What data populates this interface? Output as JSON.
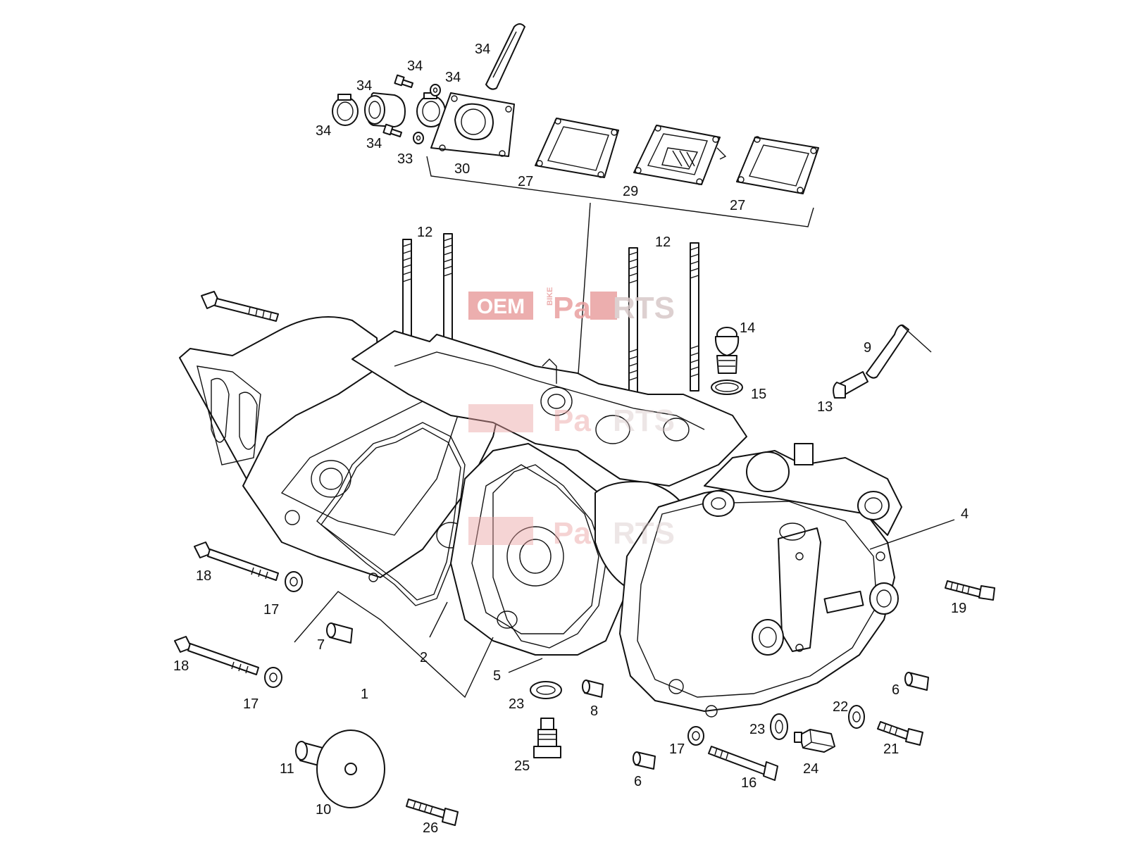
{
  "watermark": {
    "left": "OEM",
    "middle": "BIKE",
    "right_a": "Pa",
    "right_b": "RTS"
  },
  "callouts": {
    "c1": "1",
    "c2": "2",
    "c4": "4",
    "c5": "5",
    "c6a": "6",
    "c6b": "6",
    "c7": "7",
    "c8": "8",
    "c9": "9",
    "c10": "10",
    "c11": "11",
    "c12a": "12",
    "c12b": "12",
    "c13": "13",
    "c14": "14",
    "c15": "15",
    "c16": "16",
    "c17a": "17",
    "c17b": "17",
    "c17c": "17",
    "c18a": "18",
    "c18b": "18",
    "c19": "19",
    "c21": "21",
    "c22": "22",
    "c23a": "23",
    "c23b": "23",
    "c24": "24",
    "c25": "25",
    "c26": "26",
    "c27a": "27",
    "c27b": "27",
    "c29": "29",
    "c30": "30",
    "c33": "33",
    "c34a": "34",
    "c34b": "34",
    "c34c": "34",
    "c34d": "34",
    "c34e": "34",
    "c34f": "34"
  },
  "colors": {
    "line": "#111111",
    "watermark": "#e9a0a0"
  }
}
